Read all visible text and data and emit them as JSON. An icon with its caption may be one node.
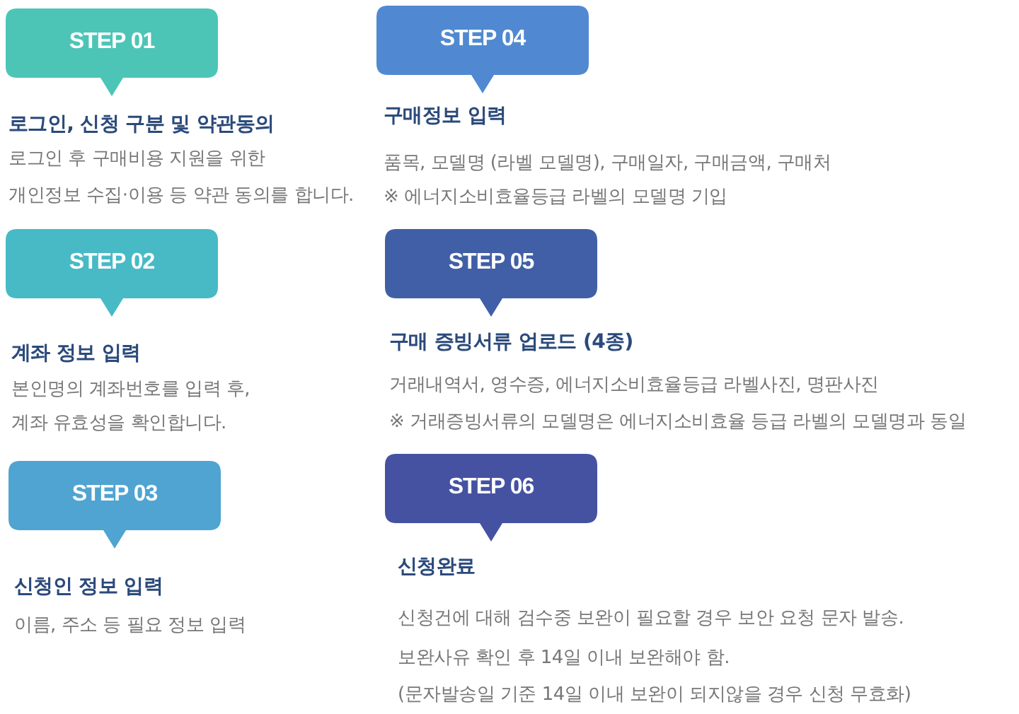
{
  "diagram": {
    "nodes": [
      {
        "text": [
          "STEP 01"
        ],
        "beside": [
          "로그인, 신청 구분 및 약관동의",
          "로그인 후 구매비용 지원을 위한 개인정보 수집·이용 등 약관 동의를 합니다."
        ]
      },
      {
        "text": [
          "STEP 02"
        ],
        "beside": [
          "계좌 정보 입력",
          "본인명의 계좌번호를 입력 후, 계좌 유효성을 확인합니다."
        ]
      },
      {
        "text": [
          "STEP 03"
        ],
        "beside": [
          "신청인 정보 입력",
          "이름, 주소 등 필요 정보 입력"
        ]
      },
      {
        "text": [
          "STEP 04"
        ],
        "beside": [
          "구매정보 입력",
          "품목, 모델명 (라벨 모델명), 구매일자, 구매금액, 구매처",
          "※ 에너지소비효율등급 라벨의 모델명 기입"
        ]
      },
      {
        "text": [
          "STEP 05"
        ],
        "beside": [
          "구매 증빙서류 업로드 (4종)",
          "거래내역서, 영수증, 에너지소비효율등급 라벨사진, 명판사진",
          "※ 거래증빙서류의 모델명은 에너지소비효율 등급 라벨의 모델명과 동일"
        ]
      },
      {
        "text": [
          "STEP 06"
        ],
        "beside": [
          "신청완료",
          "신청건에 대해 검수중 보완이 필요할 경우 보안 요청 문자 발송.",
          "보완사유 확인 후 14일 이내 보완해야 함.",
          "(문자발송일 기준 14일 이내 보완이 되지않을 경우 신청 무효화)"
        ]
      }
    ]
  }
}
